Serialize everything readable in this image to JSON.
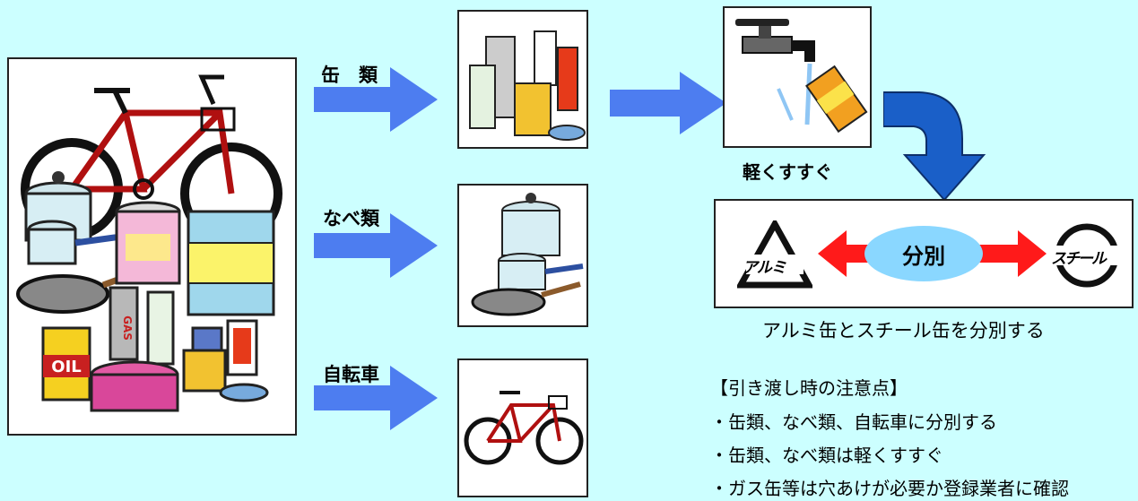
{
  "labels": {
    "cans": "缶　類",
    "pots": "なべ類",
    "bicycle": "自転車",
    "rinse": "軽くすすぐ",
    "separate": "分別",
    "separate_caption": "アルミ缶とスチール缶を分別する"
  },
  "marks": {
    "aluminum": "アルミ",
    "steel": "スチール"
  },
  "illustration_text": {
    "gas": "GAS",
    "oil": "OIL"
  },
  "notes": {
    "heading": "【引き渡し時の注意点】",
    "items": [
      "・缶類、なべ類、自転車に分別する",
      "・缶類、なべ類は軽くすすぐ",
      "・ガス缶等は穴あけが必要か登録業者に確認"
    ]
  },
  "colors": {
    "background": "#ccffff",
    "arrow_light": "#4d7df0",
    "arrow_dark": "#1a5fc8",
    "red_arrow": "#ff1a1a",
    "oval": "#8ad7ff"
  }
}
